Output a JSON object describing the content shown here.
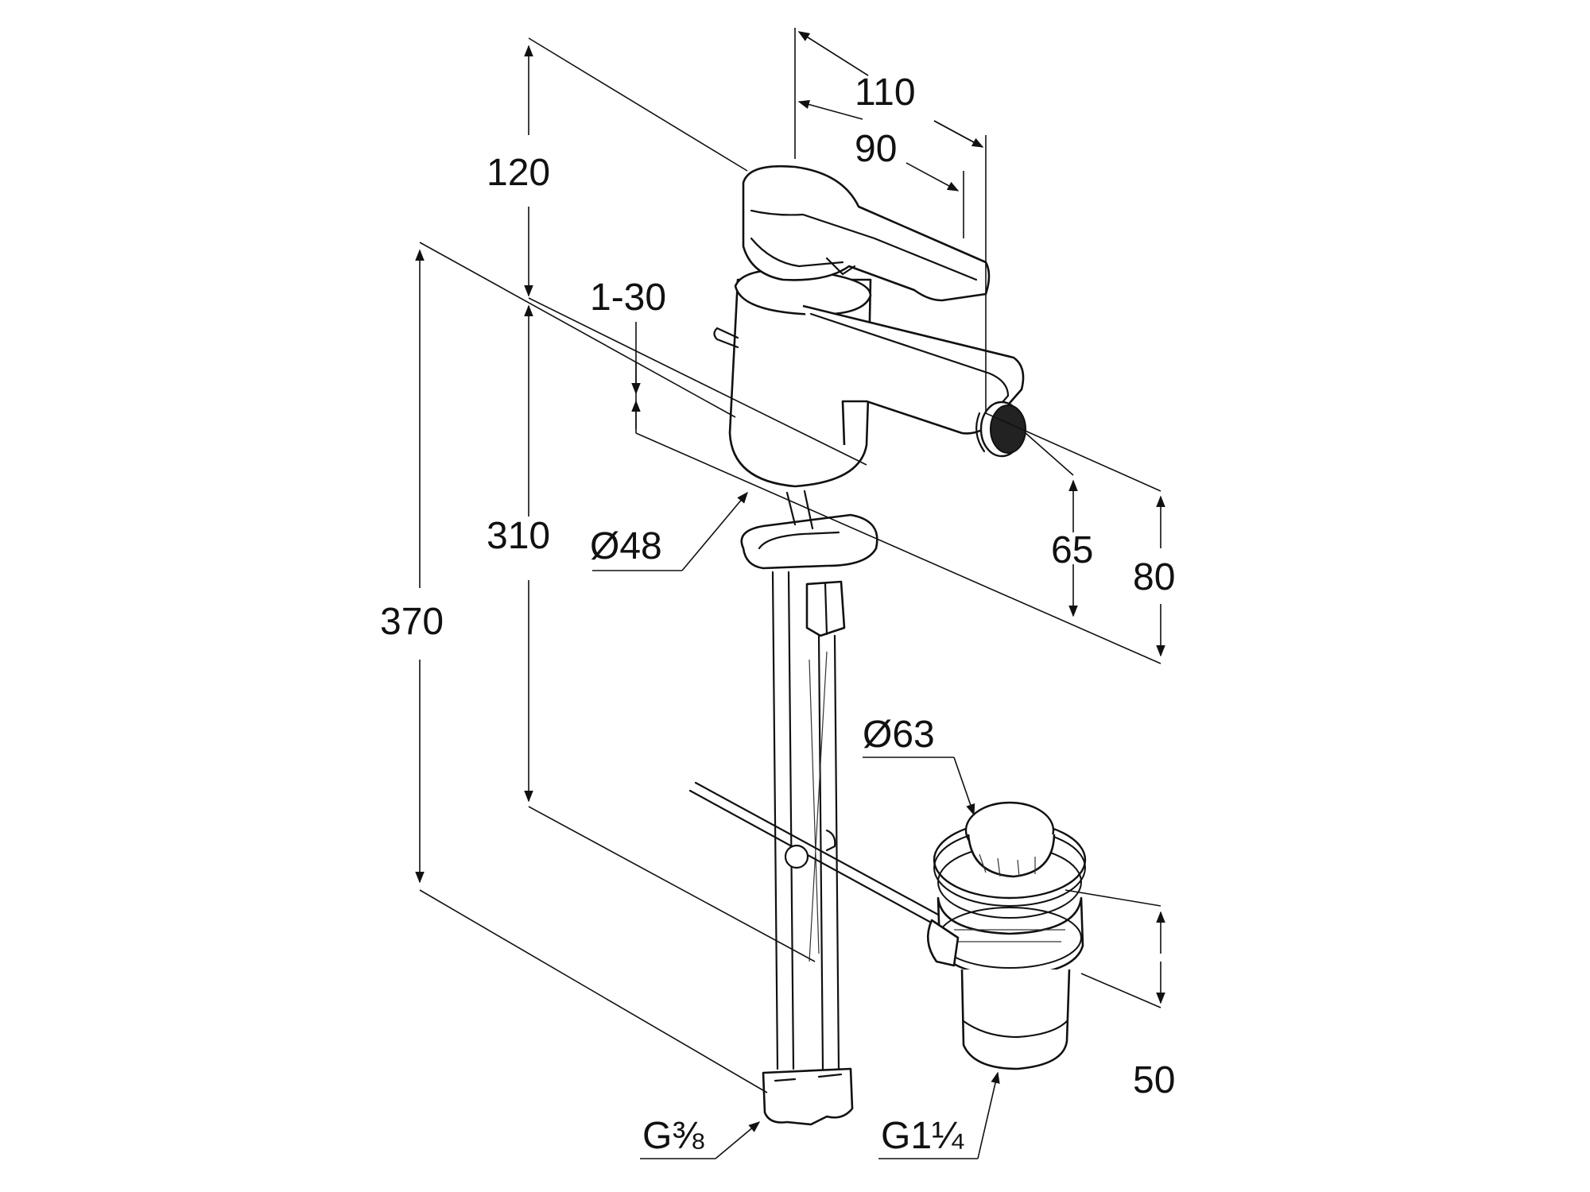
{
  "diagram": {
    "dimensions": {
      "d110": "110",
      "d90": "90",
      "d120": "120",
      "d1_30": "1-30",
      "d310": "310",
      "d370": "370",
      "d48": "Ø48",
      "d65": "65",
      "d80": "80",
      "d63": "Ø63",
      "d50": "50",
      "g38": "G⅜",
      "g114": "G1¼"
    },
    "colors": {
      "line": "#111111",
      "background": "#ffffff",
      "aerator": "#222222"
    }
  }
}
